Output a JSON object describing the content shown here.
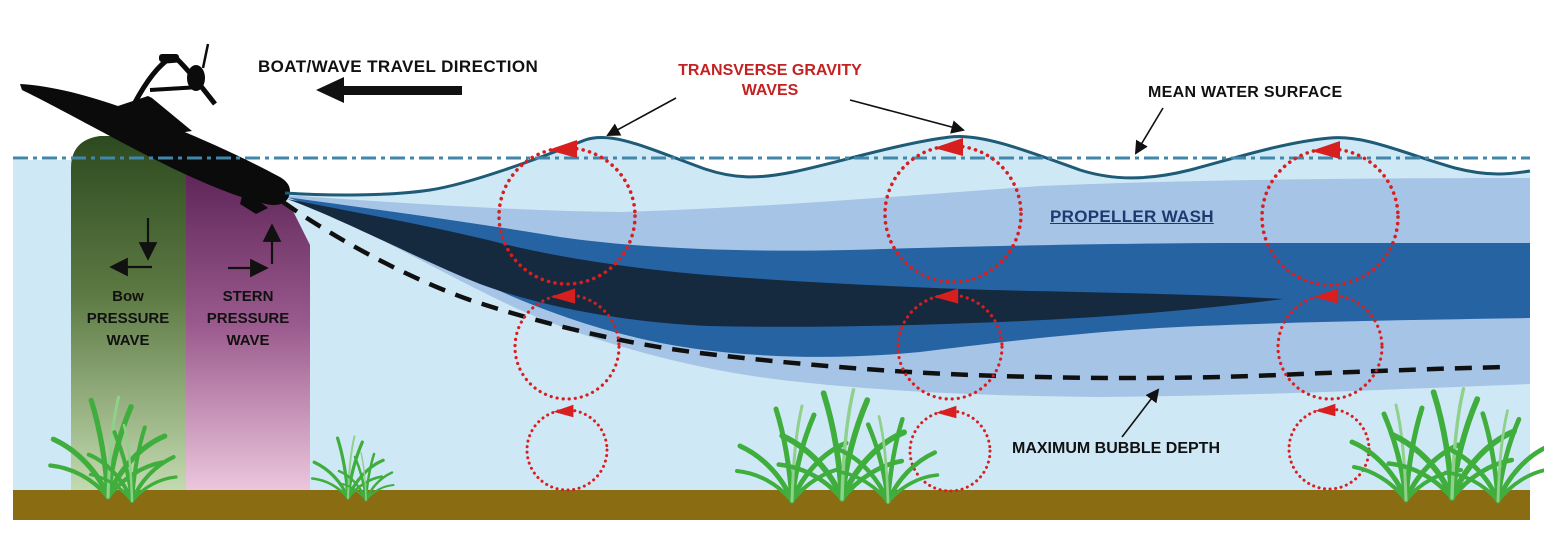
{
  "labels": {
    "travel_direction": "BOAT/WAVE TRAVEL DIRECTION",
    "transverse_gravity_waves": {
      "line1": "TRANSVERSE GRAVITY",
      "line2": "WAVES"
    },
    "mean_water_surface": "MEAN WATER SURFACE",
    "propeller_wash": "PROPELLER WASH",
    "maximum_bubble_depth": "MAXIMUM BUBBLE DEPTH",
    "bow_pressure_wave": {
      "line1": "Bow",
      "line2": "PRESSURE",
      "line3": "WAVE"
    },
    "stern_pressure_wave": {
      "line1": "STERN",
      "line2": "PRESSURE",
      "line3": "WAVE"
    }
  },
  "colors": {
    "background": "#ffffff",
    "water_light": "#cfe8f6",
    "wash_outer_band": "#a6c4e6",
    "wash_mid_band": "#2563a3",
    "wash_core_band": "#15293f",
    "surface_line": "#1e5b76",
    "mean_water_line": "#4286a9",
    "vortex_red": "#d81f1f",
    "label_red": "#c32222",
    "propeller_label_blue": "#1b3a70",
    "bubble_depth_line": "#101010",
    "seabed_brown": "#8a6c12",
    "grass_green": "#3fae3c",
    "bow_column_top": "#2c4a1f",
    "bow_column_bottom": "#c3dab0",
    "stern_column_top": "#5a2154",
    "stern_column_bottom": "#ecc6dc",
    "boat_black": "#0b0b0b"
  },
  "scene": {
    "boat_travel_direction": "left",
    "wave_crest_count": 3,
    "vortex_columns": 3,
    "vortices_per_column": 3,
    "vortex_rotation_hint": "red arrow at top of each circle points left"
  }
}
